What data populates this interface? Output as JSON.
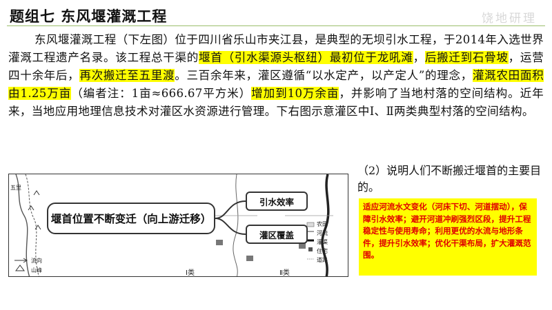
{
  "header": {
    "title": "题组七  东风堰灌溉工程",
    "watermark": "饶地研理"
  },
  "paragraph": {
    "s1": "东风堰灌溉工程（下左图）位于四川省乐山市夹江县，是典型的无坝引水工程，于2014年入选世界灌溉工程遗产名录。该工程总干渠的",
    "h1": "堰首（引水渠源头枢纽）最初位于龙吼滩",
    "s2": "，",
    "h2": "后搬迁到石骨坡",
    "s3": "，运营四十余年后，",
    "h3": "再次搬迁至五里渡",
    "s4": "。三百余年来，灌区遵循“以水定产，以产定人”的理念，",
    "h4": "灌溉农田面积由1.25万亩",
    "s5": "（编者注：1亩≈666.67平方米）",
    "h5": "增加到10万余亩",
    "s6": "，并影响了当地村落的空间结构。近年来，当地应用地理信息技术对灌区水资源进行管理。下右图示意灌区中Ⅰ、Ⅱ两类典型村落的空间结构。"
  },
  "question": {
    "text": "（2）说明人们不断搬迁堰首的主要目的。"
  },
  "answer": {
    "text": "适应河流水文变化（河床下切、河道摆动），保障引水效率；避开河道冲刷强烈区段，提升工程稳定性与使用寿命；利用更优的水流与地形条件，提升引水效率；优化干渠布局，扩大灌溉范围。"
  },
  "diagram": {
    "main_box": "堰首位置不断变迁（向上游迁移）",
    "box_top": "引水效率",
    "box_bottom": "灌区覆盖",
    "map_labels": {
      "wulidu": "五里",
      "liuxiang": "流向",
      "shanfeng": "山峰"
    },
    "legend": [
      {
        "label": "农田"
      },
      {
        "label": "河流"
      },
      {
        "label": "灌渠"
      },
      {
        "label": "住宅"
      },
      {
        "label": "道路"
      }
    ],
    "type_one": "Ⅰ类",
    "type_two": "Ⅱ类"
  }
}
